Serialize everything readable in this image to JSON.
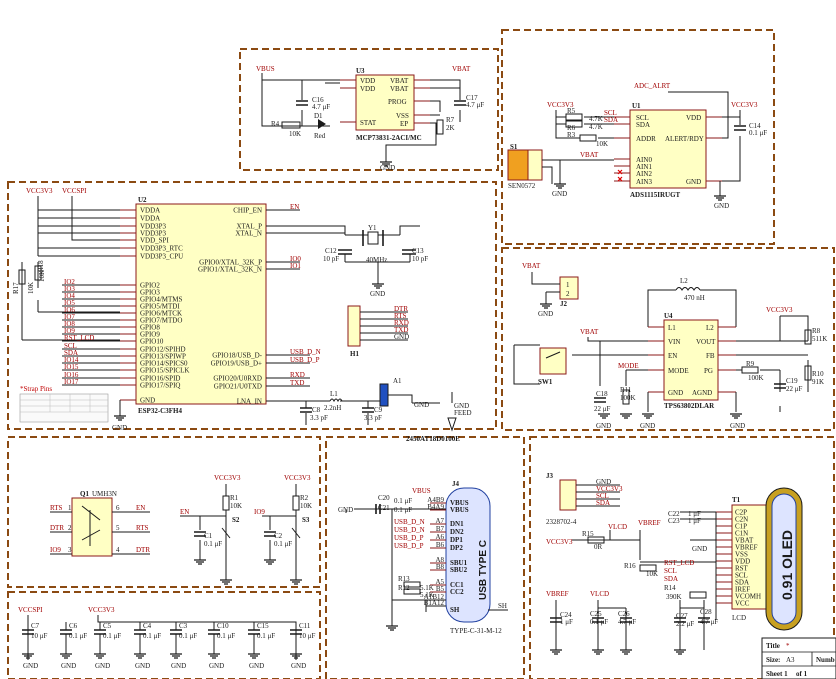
{
  "nets": {
    "vbus": "VBUS",
    "vbat": "VBAT",
    "vcc3v3": "VCC3V3",
    "vccspi": "VCCSPI",
    "gnd": "GND",
    "vlcd": "VLCD",
    "vbref": "VBREF",
    "en": "EN",
    "io0": "IO0",
    "io1": "IO1",
    "io9": "IO9",
    "rts": "RTS",
    "dtr": "DTR",
    "rxd": "RXD",
    "txd": "TXD",
    "usb_dn": "USB_D_N",
    "usb_dp": "USB_D_P",
    "scl": "SCL",
    "sda": "SDA",
    "mode": "MODE",
    "feed": "FEED",
    "adc_alrt": "ADC_ALRT",
    "rst_lcd": "RST_LCD"
  },
  "charger": {
    "ref": "U3",
    "part": "MCP73831-2ACI/MC",
    "pins_left": [
      "VDD",
      "VDD",
      "",
      "STAT"
    ],
    "pins_right": [
      "VBAT",
      "VBAT",
      "PROG",
      "VSS",
      "EP"
    ],
    "c16": "C16",
    "c16v": "4.7 μF",
    "r4": "R4",
    "r4v": "10K",
    "d1": "D1",
    "d1v": "Red",
    "c17": "C17",
    "c17v": "4.7 μF",
    "r7": "R7",
    "r7v": "2K"
  },
  "adc": {
    "ref": "U1",
    "part": "ADS1115IRUGT",
    "pins_left": [
      "SCL",
      "SDA",
      "ADDR",
      "AIN0",
      "AIN1",
      "AIN2",
      "AIN3"
    ],
    "pins_right": [
      "VDD",
      "ALERT/RDY",
      "GND"
    ],
    "r5": "R5",
    "r6": "R6",
    "r3": "R3",
    "r5v": "4.7K",
    "r6v": "4.7K",
    "r3v": "10K",
    "c14": "C14",
    "c14v": "0.1 μF",
    "s1": "S1",
    "s1part": "SEN0572"
  },
  "mcu": {
    "ref": "U2",
    "part": "ESP32-C3FH4",
    "pins_left": [
      "VDDA",
      "VDDA",
      "VDD3P3",
      "VDD3P3",
      "VDD_SPI",
      "VDD3P3_RTC",
      "VDD3P3_CPU",
      "GPIO2",
      "GPIO3",
      "GPIO4/MTMS",
      "GPIO5/MTDI",
      "GPIO6/MTCK",
      "GPIO7/MTDO",
      "GPIO8",
      "GPIO9",
      "GPIO10",
      "GPIO12/SPIHD",
      "GPIO13/SPIWP",
      "GPIO14/SPICS0",
      "GPIO15/SPICLK",
      "GPIO16/SPID",
      "GPIO17/SPIQ",
      "GND"
    ],
    "pins_right": [
      "CHIP_EN",
      "XTAL_P",
      "XTAL_N",
      "GPIO0/XTAL_32K_P",
      "GPIO1/XTAL_32K_N",
      "GPIO18/USB_D-",
      "GPIO19/USB_D+",
      "GPIO20/U0RXD",
      "GPIO21/U0TXD",
      "LNA_IN"
    ],
    "left_nets": [
      "IO2",
      "IO3",
      "IO4",
      "IO5",
      "IO6",
      "IO7",
      "IO8",
      "IO9",
      "RST_LCD",
      "SCL",
      "SDA",
      "IO14",
      "IO15",
      "IO16",
      "IO17"
    ],
    "r17": "R17",
    "r17v": "10K",
    "r18": "R18",
    "r18v": "10K",
    "y1": "Y1",
    "y1v": "40MHz",
    "c12": "C12",
    "c12v": "10 pF",
    "c13": "C13",
    "c13v": "10 pF",
    "l1": "L1",
    "l1v": "2.2nH",
    "c8": "C8",
    "c8v": "3.3 pF",
    "c9": "C9",
    "c9v": "3.3 pF",
    "a1": "A1",
    "antenna": "2450AT18D0100E",
    "strap_title": "*Strap Pins",
    "h1": "H1",
    "h1_nets": [
      "DTR",
      "RTS",
      "RXD",
      "TXD",
      "GND"
    ]
  },
  "buck": {
    "ref": "U4",
    "part": "TPS63802DLAR",
    "pins_left": [
      "L1",
      "VIN",
      "EN",
      "MODE",
      "GND"
    ],
    "pins_right": [
      "L2",
      "VOUT",
      "FB",
      "PG",
      "AGND"
    ],
    "l2": "L2",
    "l2v": "470 nH",
    "j2": "J2",
    "sw1": "SW1",
    "r11": "R11",
    "r11v": "100K",
    "c18": "C18",
    "c18v": "22 μF",
    "r9": "R9",
    "r9v": "100K",
    "r8": "R8",
    "r8v": "511K",
    "r10": "R10",
    "r10v": "91K",
    "c19": "C19",
    "c19v": "22 μF"
  },
  "autoreset": {
    "q1": "Q1",
    "q1part": "UMH3N",
    "pins": [
      "1",
      "2",
      "3",
      "6",
      "5",
      "4"
    ],
    "r1": "R1",
    "r1v": "10K",
    "r2": "R2",
    "r2v": "10K",
    "s2": "S2",
    "s3": "S3",
    "c1": "C1",
    "c1v": "0.1 μF",
    "c2": "C2",
    "c2v": "0.1 μF"
  },
  "usb": {
    "ref": "J4",
    "part": "TYPE-C-31-M-12",
    "label": "USB TYPE C",
    "pins": [
      "VBUS",
      "VBUS",
      "DN1",
      "DN2",
      "DP1",
      "DP2",
      "SBU1",
      "SBU2",
      "CC1",
      "CC2",
      "SH"
    ],
    "pin_ids": [
      "A4B9",
      "B4A9",
      "A7",
      "B7",
      "A6",
      "B6",
      "A8",
      "B8",
      "A5",
      "B5",
      "A1B12",
      "B1A12"
    ],
    "c20": "C20",
    "c21": "C21",
    "c20v": "0.1 μF",
    "c21v": "0.1 μF",
    "r13": "R13",
    "r12": "R12",
    "r13v": "5.1K",
    "r12v": "5.1K"
  },
  "decoupling": [
    {
      "ref": "C7",
      "val": "10 μF"
    },
    {
      "ref": "C6",
      "val": "0.1 μF"
    },
    {
      "ref": "C5",
      "val": "0.1 μF"
    },
    {
      "ref": "C4",
      "val": "0.1 μF"
    },
    {
      "ref": "C3",
      "val": "0.1 μF"
    },
    {
      "ref": "C10",
      "val": "0.1 μF"
    },
    {
      "ref": "C15",
      "val": "0.1 μF"
    },
    {
      "ref": "C11",
      "val": "10 μF"
    }
  ],
  "oled": {
    "ref": "T1",
    "label": "0.91 OLED",
    "pins": [
      "C2P",
      "C2N",
      "C1P",
      "C1N",
      "VBAT",
      "VBREF",
      "VSS",
      "VDD",
      "RST",
      "SCL",
      "SDA",
      "IREF",
      "VCOMH",
      "VCC"
    ],
    "j3": "J3",
    "j3part": "2328702-4",
    "j3_nets": [
      "GND",
      "VCC3V3",
      "SCL",
      "SDA"
    ],
    "c22": "C22",
    "c23": "C23",
    "c22v": "1 μF",
    "c23v": "1 μF",
    "r15": "R15",
    "r15v": "0R",
    "r16": "R16",
    "r16v": "10K",
    "r14": "R14",
    "r14v": "390K",
    "c24": "C24",
    "c24v": "1 μF",
    "c25": "C25",
    "c25v": "0.1 μF",
    "c26": "C26",
    "c26v": "4.7 μF",
    "c27": "C27",
    "c27v": "2.2 μF",
    "c28": "C28",
    "c28v": "4.7 μF",
    "lcd": "LCD"
  },
  "titleblock": {
    "title": "Title",
    "title_val": "*",
    "size": "Size:",
    "size_val": "A3",
    "number": "Numb",
    "sheet": "Sheet 1",
    "of": "of 1"
  }
}
